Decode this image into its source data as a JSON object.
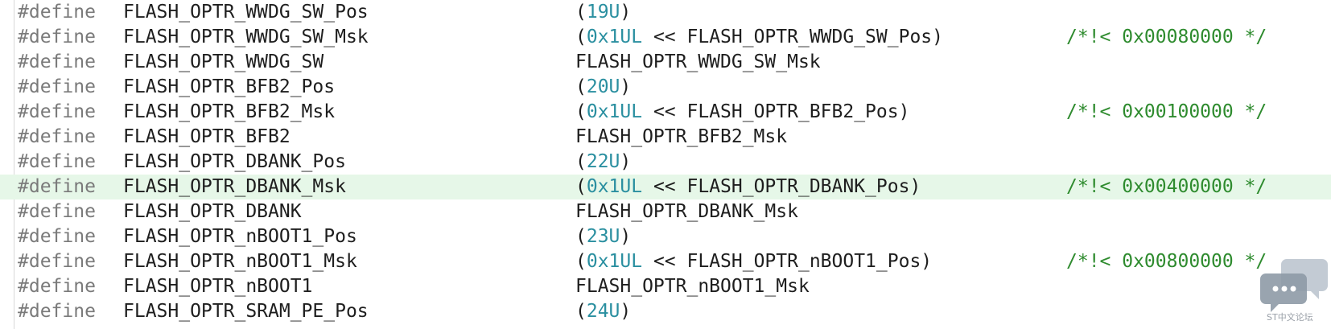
{
  "editor": {
    "lines": [
      {
        "kw": "#define",
        "name": "FLASH_OPTR_WWDG_SW_Pos",
        "val_num": "(19U)",
        "val_rest": "",
        "comment": "",
        "highlight": false
      },
      {
        "kw": "#define",
        "name": "FLASH_OPTR_WWDG_SW_Msk",
        "val_num": "(0x1UL",
        "val_rest": " << FLASH_OPTR_WWDG_SW_Pos)",
        "comment": "/*!< 0x00080000 */",
        "highlight": false
      },
      {
        "kw": "#define",
        "name": "FLASH_OPTR_WWDG_SW",
        "val_num": "",
        "val_rest": "FLASH_OPTR_WWDG_SW_Msk",
        "comment": "",
        "highlight": false
      },
      {
        "kw": "#define",
        "name": "FLASH_OPTR_BFB2_Pos",
        "val_num": "(20U)",
        "val_rest": "",
        "comment": "",
        "highlight": false
      },
      {
        "kw": "#define",
        "name": "FLASH_OPTR_BFB2_Msk",
        "val_num": "(0x1UL",
        "val_rest": " << FLASH_OPTR_BFB2_Pos)",
        "comment": "/*!< 0x00100000 */",
        "highlight": false
      },
      {
        "kw": "#define",
        "name": "FLASH_OPTR_BFB2",
        "val_num": "",
        "val_rest": "FLASH_OPTR_BFB2_Msk",
        "comment": "",
        "highlight": false
      },
      {
        "kw": "#define",
        "name": "FLASH_OPTR_DBANK_Pos",
        "val_num": "(22U)",
        "val_rest": "",
        "comment": "",
        "highlight": false
      },
      {
        "kw": "#define",
        "name": "FLASH_OPTR_DBANK_Msk",
        "val_num": "(0x1UL",
        "val_rest": " << FLASH_OPTR_DBANK_Pos)",
        "comment": "/*!< 0x00400000 */",
        "highlight": true
      },
      {
        "kw": "#define",
        "name": "FLASH_OPTR_DBANK",
        "val_num": "",
        "val_rest": "FLASH_OPTR_DBANK_Msk",
        "comment": "",
        "highlight": false
      },
      {
        "kw": "#define",
        "name": "FLASH_OPTR_nBOOT1_Pos",
        "val_num": "(23U)",
        "val_rest": "",
        "comment": "",
        "highlight": false
      },
      {
        "kw": "#define",
        "name": "FLASH_OPTR_nBOOT1_Msk",
        "val_num": "(0x1UL",
        "val_rest": " << FLASH_OPTR_nBOOT1_Pos)",
        "comment": "/*!< 0x00800000 */",
        "highlight": false
      },
      {
        "kw": "#define",
        "name": "FLASH_OPTR_nBOOT1",
        "val_num": "",
        "val_rest": "FLASH_OPTR_nBOOT1_Msk",
        "comment": "",
        "highlight": false
      },
      {
        "kw": "#define",
        "name": "FLASH_OPTR_SRAM_PE_Pos",
        "val_num": "(24U)",
        "val_rest": "",
        "comment": "",
        "highlight": false
      }
    ]
  },
  "watermark": {
    "text": "ST中文论坛",
    "icon": "chat-bubbles-icon"
  },
  "colors": {
    "keyword": "#7a7a7a",
    "number": "#2a8fa0",
    "comment": "#2e8b2e",
    "highlight_bg": "#e6f7e8"
  }
}
